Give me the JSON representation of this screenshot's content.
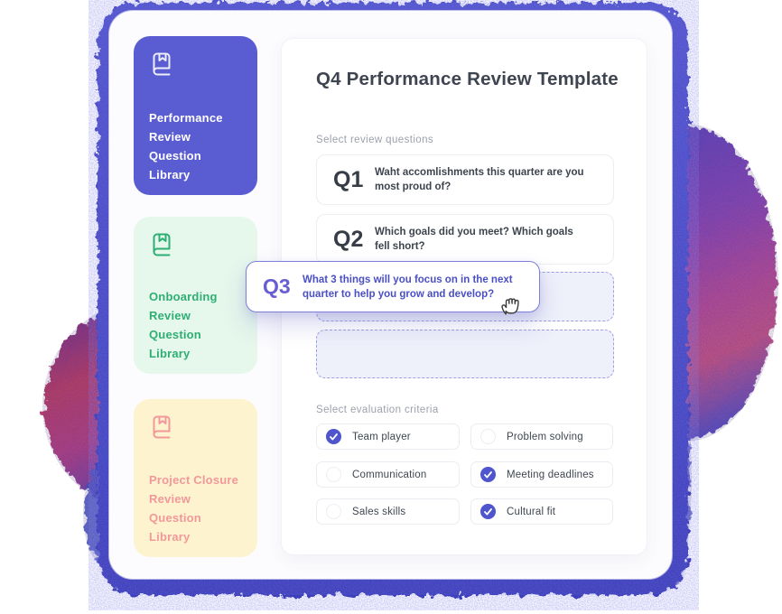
{
  "page": {
    "title": "Q4 Performance Review Template"
  },
  "sidebar": {
    "items": [
      {
        "label": "Performance Review Question Library",
        "icon": "book-bookmark-icon",
        "bg": "#5a5cd1",
        "fg": "#ffffff"
      },
      {
        "label": "Onboarding Review Question Library",
        "icon": "book-bookmark-icon",
        "bg": "#e6f8ec",
        "fg": "#2fae74"
      },
      {
        "label": "Project Closure Review Question Library",
        "icon": "book-bookmark-icon",
        "bg": "#fdf3cf",
        "fg": "#f2989b"
      }
    ]
  },
  "main": {
    "title": "Q4 Performance Review Template",
    "questions_section_label": "Select review questions",
    "criteria_section_label": "Select evaluation criteria",
    "questions": [
      {
        "id": "Q1",
        "text": "Waht accomlishments this quarter are you most proud of?"
      },
      {
        "id": "Q2",
        "text": "Which goals did you meet? Which goals fell short?"
      }
    ],
    "dragging_question": {
      "id": "Q3",
      "text": "What 3 things will you focus on in the next quarter to help you grow and develop?"
    },
    "empty_drop_slots": 2,
    "criteria": [
      {
        "label": "Team player",
        "checked": true
      },
      {
        "label": "Problem solving",
        "checked": false
      },
      {
        "label": "Communication",
        "checked": false
      },
      {
        "label": "Meeting deadlines",
        "checked": true
      },
      {
        "label": "Sales skills",
        "checked": false
      },
      {
        "label": "Cultural fit",
        "checked": true
      }
    ]
  },
  "colors": {
    "accent_purple": "#5a5cd1",
    "checkbox_checked": "#4f55cd",
    "drag_border": "#7b7fd9",
    "drag_text": "#4a4fc5",
    "green_text": "#2fae74",
    "salmon_text": "#f2989b",
    "frame_band": "#4547c4",
    "muted_label": "#9ba1ac",
    "body_text": "#3d444e"
  }
}
